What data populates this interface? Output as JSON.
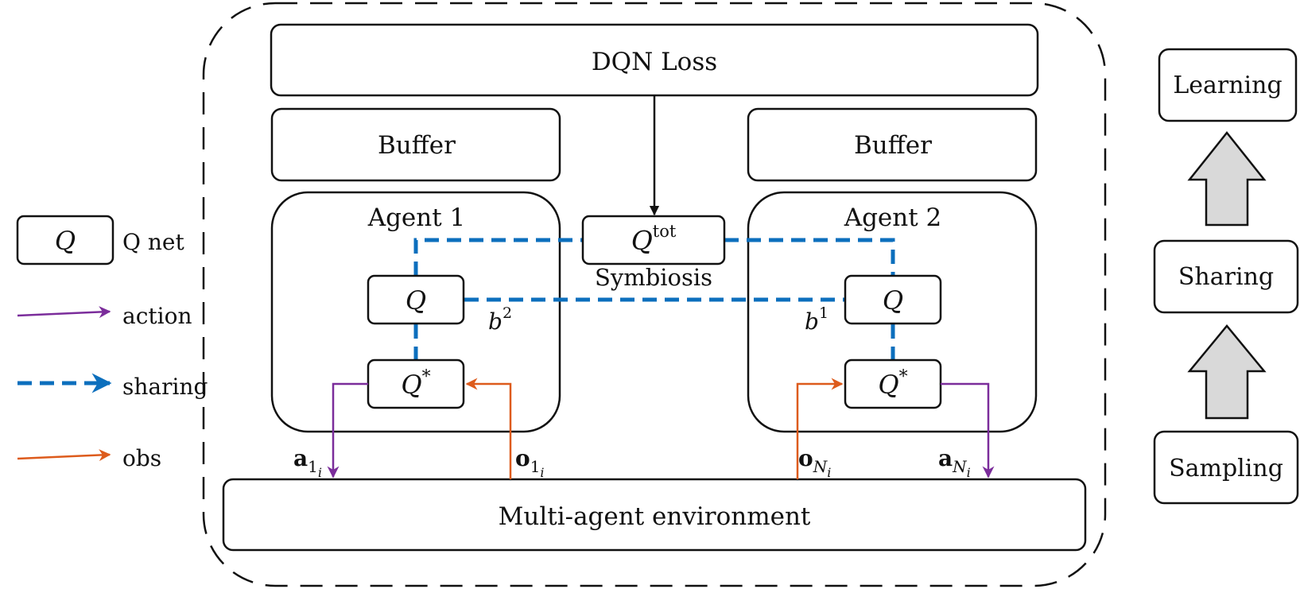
{
  "colors": {
    "action": "#7b2d9b",
    "sharing": "#0c6fbd",
    "obs": "#dd5b1c",
    "stroke": "#111111",
    "stage_arrow_fill": "#d9d9d9"
  },
  "main": {
    "dqn_loss": "DQN Loss",
    "buffer_left": "Buffer",
    "buffer_right": "Buffer",
    "agent1_title": "Agent 1",
    "agent2_title": "Agent 2",
    "q_tot_main": "Q",
    "q_tot_sup": "tot",
    "symbiosis": "Symbiosis",
    "q_label": "Q",
    "q_star_main": "Q",
    "q_star_sup": "*",
    "b2_main": "b",
    "b2_sup": "2",
    "b1_main": "b",
    "b1_sup": "1",
    "environment": "Multi-agent environment",
    "a1_main": "a",
    "a1_sub": "1",
    "a1_subsub": "i",
    "o1_main": "o",
    "o1_sub": "1",
    "o1_subsub": "i",
    "oN_main": "o",
    "oN_sub": "N",
    "oN_subsub": "i",
    "aN_main": "a",
    "aN_sub": "N",
    "aN_subsub": "i"
  },
  "legend": {
    "q_symbol": "Q",
    "q_net": "Q net",
    "action": "action",
    "sharing": "sharing",
    "obs": "obs"
  },
  "stages": {
    "learning": "Learning",
    "sharing": "Sharing",
    "sampling": "Sampling"
  }
}
